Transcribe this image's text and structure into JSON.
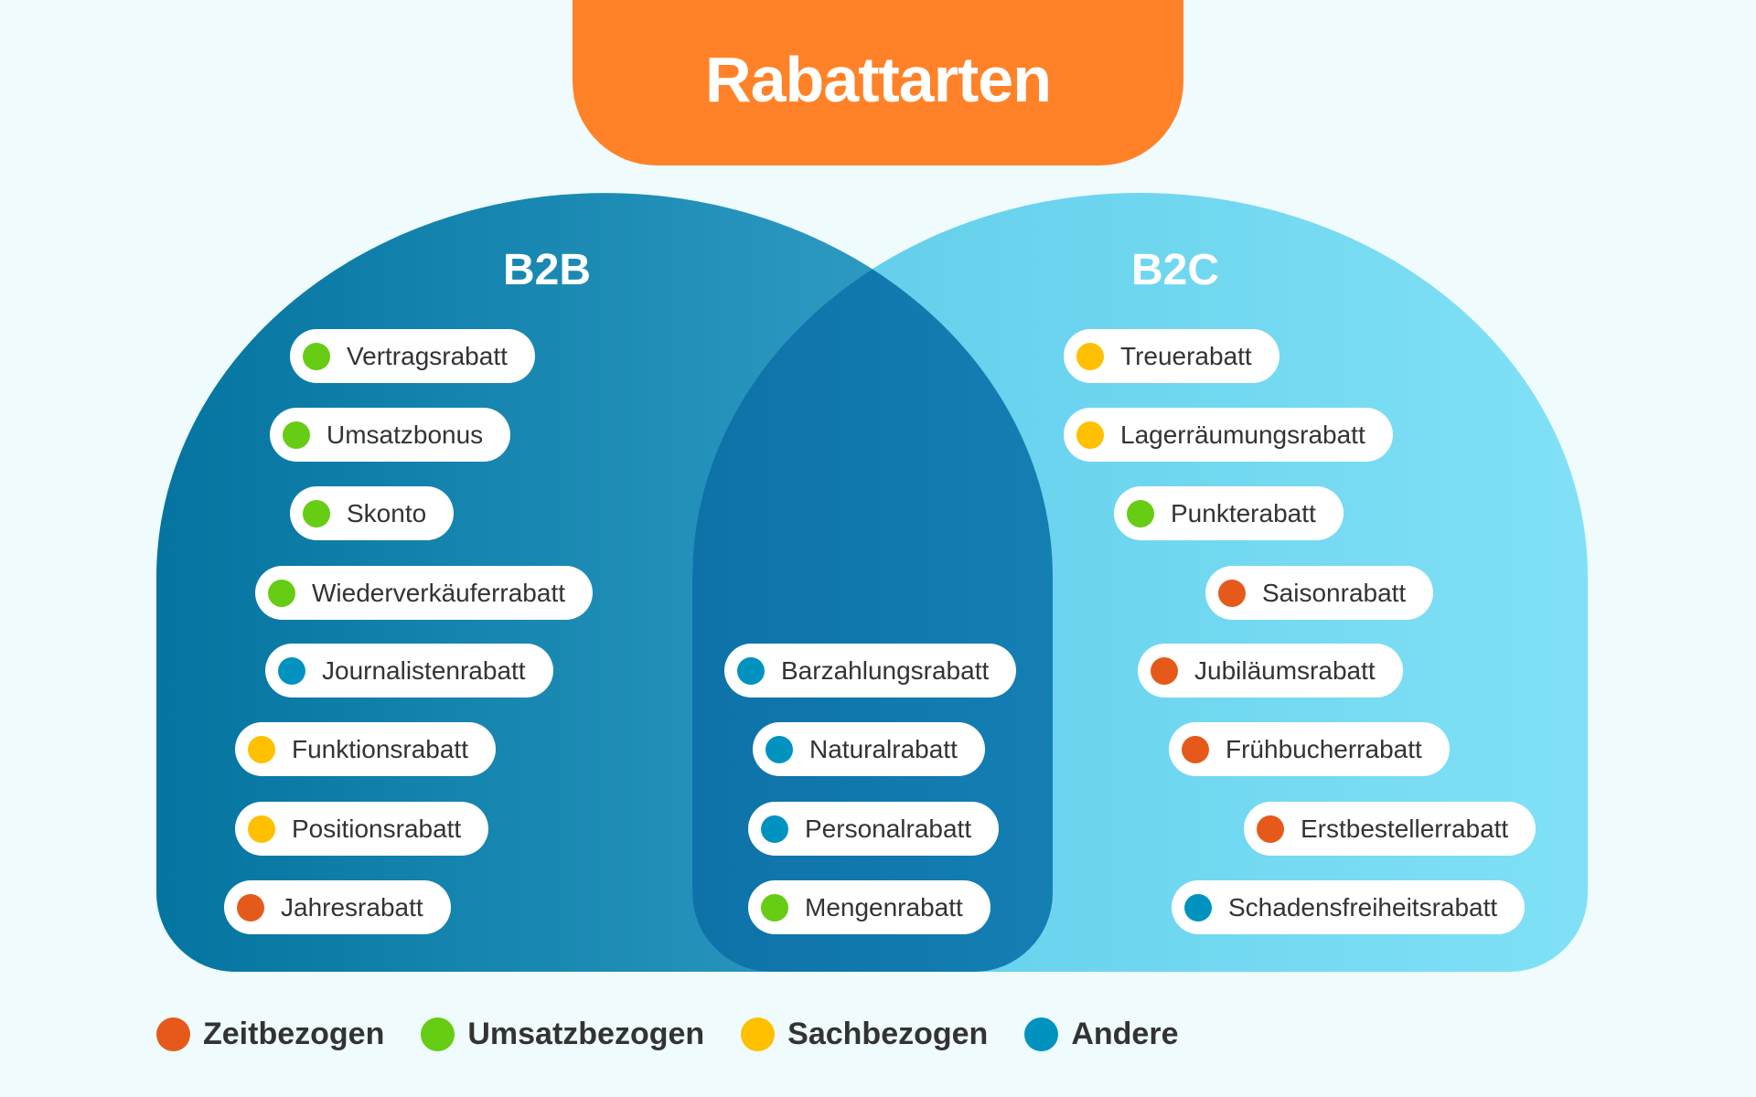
{
  "title": "Rabattarten",
  "sets": {
    "b2b": "B2B",
    "b2c": "B2C"
  },
  "colors": {
    "zeit": "#e55a1a",
    "umsatz": "#66cc14",
    "sach": "#ffc000",
    "andere": "#0093c0",
    "banner": "#ff8228"
  },
  "legend": [
    {
      "key": "zeit",
      "label": "Zeitbezogen"
    },
    {
      "key": "umsatz",
      "label": "Umsatzbezogen"
    },
    {
      "key": "sach",
      "label": "Sachbezogen"
    },
    {
      "key": "andere",
      "label": "Andere"
    }
  ],
  "b2b_only": [
    {
      "label": "Vertragsrabatt",
      "category": "umsatz"
    },
    {
      "label": "Umsatzbonus",
      "category": "umsatz"
    },
    {
      "label": "Skonto",
      "category": "umsatz"
    },
    {
      "label": "Wiederverkäuferrabatt",
      "category": "umsatz"
    },
    {
      "label": "Journalistenrabatt",
      "category": "andere"
    },
    {
      "label": "Funktionsrabatt",
      "category": "sach"
    },
    {
      "label": "Positionsrabatt",
      "category": "sach"
    },
    {
      "label": "Jahresrabatt",
      "category": "zeit"
    }
  ],
  "both": [
    {
      "label": "Barzahlungsrabatt",
      "category": "andere"
    },
    {
      "label": "Naturalrabatt",
      "category": "andere"
    },
    {
      "label": "Personalrabatt",
      "category": "andere"
    },
    {
      "label": "Mengenrabatt",
      "category": "umsatz"
    }
  ],
  "b2c_only": [
    {
      "label": "Treuerabatt",
      "category": "sach"
    },
    {
      "label": "Lagerräumungsrabatt",
      "category": "sach"
    },
    {
      "label": "Punkterabatt",
      "category": "umsatz"
    },
    {
      "label": "Saisonrabatt",
      "category": "zeit"
    },
    {
      "label": "Jubiläumsrabatt",
      "category": "zeit"
    },
    {
      "label": "Frühbucherrabatt",
      "category": "zeit"
    },
    {
      "label": "Erstbestellerrabatt",
      "category": "zeit"
    },
    {
      "label": "Schadensfreiheitsrabatt",
      "category": "andere"
    }
  ]
}
